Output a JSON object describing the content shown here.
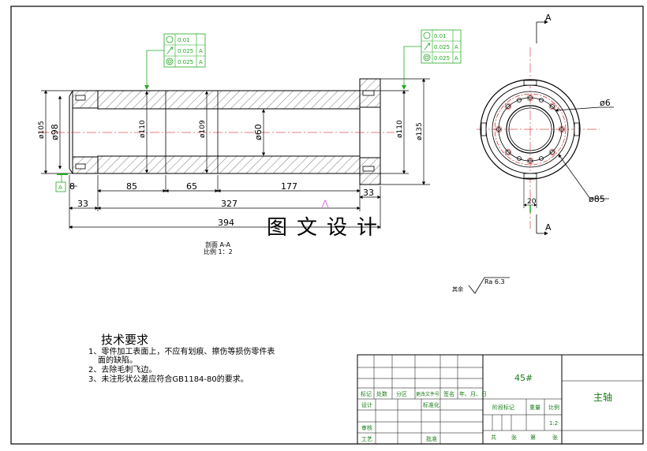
{
  "watermark": "图文设计",
  "section_view": {
    "label": "剖面 A-A",
    "scale": "比例 1：2"
  },
  "dimensions": {
    "dia_105": "ø105",
    "dia_98": "ø98",
    "dia_110_a": "ø110",
    "dia_109": "ø109",
    "dia_60": "ø60",
    "dia_110_b": "ø110",
    "dia_135": "ø135",
    "len_8": "8",
    "len_85": "85",
    "len_65": "65",
    "len_177": "177",
    "len_33_right": "33",
    "len_33_left": "33",
    "len_327": "327",
    "len_394": "394",
    "end_dia_6": "ø6",
    "end_dia_85": "ø85",
    "end_20": "20",
    "section_mark_top": "A",
    "section_mark_bottom": "A",
    "datum": "A"
  },
  "tolerance_frames": [
    {
      "rows": [
        {
          "symbol": "circularity",
          "value": "0.01",
          "datum": ""
        },
        {
          "symbol": "runout",
          "value": "0.025",
          "datum": "A"
        },
        {
          "symbol": "concentricity",
          "value": "0.025",
          "datum": "A"
        }
      ]
    },
    {
      "rows": [
        {
          "symbol": "circularity",
          "value": "0.01",
          "datum": ""
        },
        {
          "symbol": "runout",
          "value": "0.025",
          "datum": "A"
        },
        {
          "symbol": "concentricity",
          "value": "0.025",
          "datum": "A"
        }
      ]
    }
  ],
  "surface_finish": {
    "prefix": "其余",
    "value": "Ra 6.3"
  },
  "tech_requirements": {
    "title": "技术要求",
    "items": [
      "1、零件加工表面上，不应有划痕、擦伤等损伤零件表",
      "面的缺陷。",
      "2、去除毛刺飞边。",
      "3、未注形状公差应符合GB1184-80的要求。"
    ]
  },
  "title_block": {
    "material": "45#",
    "part_name": "主轴",
    "scale_value": "1:2",
    "headers": [
      "标记",
      "处数",
      "分区",
      "更改文件号",
      "签名",
      "年、月、日"
    ],
    "row_design": "设计",
    "row_standard": "标准化",
    "row_review": "审核",
    "row_process": "工艺",
    "row_approve": "批准",
    "stage_label": "阶段标记",
    "weight_label": "重量",
    "scale_label": "比例",
    "sheets_total": "共",
    "sheets_zhang1": "张",
    "sheets_di": "第",
    "sheets_zhang2": "张"
  }
}
